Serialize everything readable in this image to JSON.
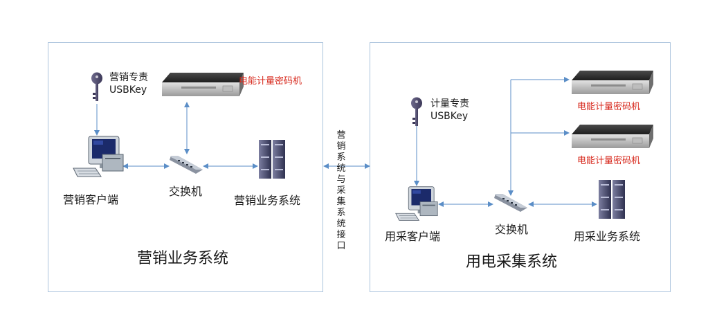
{
  "left": {
    "system_title": "营销业务系统",
    "usbkey_line1": "营销专责",
    "usbkey_line2": "USBKey",
    "crypto_label": "电能计量密码机",
    "client_label": "营销客户端",
    "switch_label": "交换机",
    "server_label": "营销业务系统"
  },
  "interface_label": "营销系统与采集系统接口",
  "right": {
    "system_title": "用电采集系统",
    "usbkey_line1": "计量专责",
    "usbkey_line2": "USBKey",
    "crypto_label_1": "电能计量密码机",
    "crypto_label_2": "电能计量密码机",
    "client_label": "用采客户端",
    "switch_label": "交换机",
    "server_label": "用采业务系统"
  },
  "colors": {
    "panel_border": "#a9c2dc",
    "connector": "#5b8ec7",
    "crypto_label": "#d7281c"
  },
  "icons": [
    "key-icon",
    "crypto-machine-icon",
    "client-computer-icon",
    "switch-icon",
    "server-icon"
  ]
}
